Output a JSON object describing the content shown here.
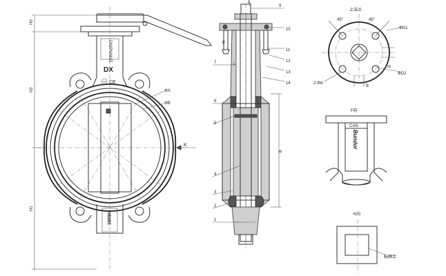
{
  "front_view": {
    "dims": {
      "h0": "H0",
      "h2": "H2",
      "h1": "H1",
      "phi_a": "ΦA",
      "phi_b": "ΦB",
      "k": "K"
    },
    "nameplate_text": "DN/PN/MAT",
    "body_marks": {
      "dx": "DX",
      "ts": "TS",
      "ce": "CE",
      "code": "HB8B5"
    }
  },
  "section_view": {
    "parts": [
      "8",
      "9",
      "10",
      "7",
      "11",
      "12",
      "13",
      "14",
      "6",
      "5",
      "4",
      "3",
      "2",
      "1"
    ],
    "letters": {
      "f": "F",
      "l": "L",
      "phi": "Φ"
    }
  },
  "top_flange_view": {
    "title": "上法兰",
    "angles": [
      "45°",
      "45°"
    ],
    "labels": {
      "d1": "ΦD1",
      "d2": "ΦD2",
      "holes": "2-Φd",
      "b_bottom": "B",
      "b_side": "B"
    }
  },
  "f_view": {
    "title": "F向",
    "can_label": "CAN",
    "brand": "Bundor"
  },
  "k_view": {
    "title": "K向",
    "note": "标牌合"
  }
}
